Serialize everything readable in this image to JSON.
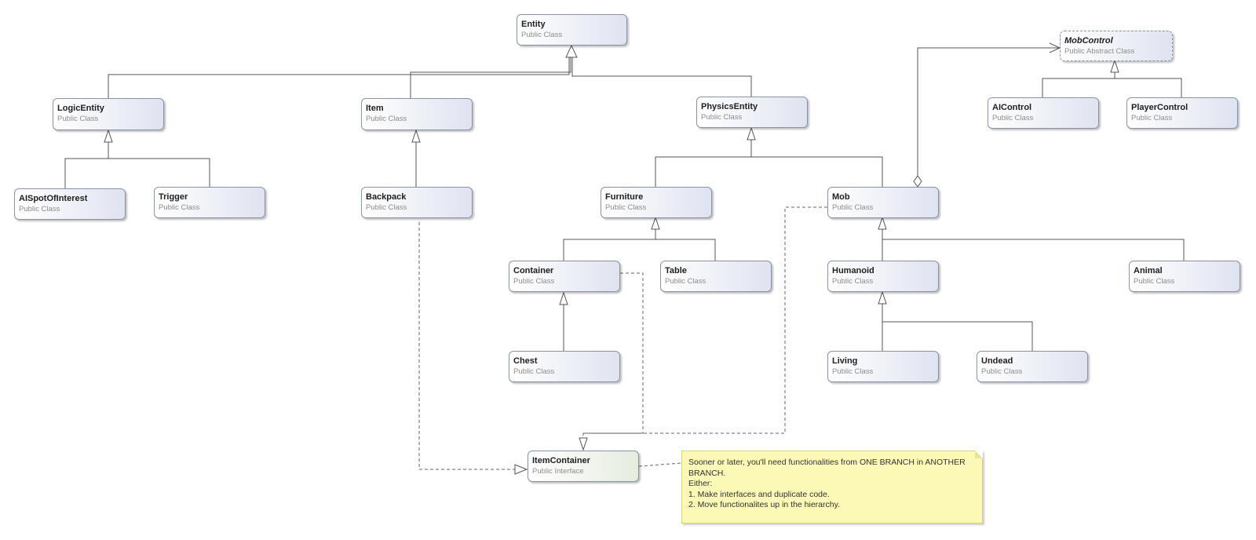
{
  "nodes": {
    "entity": {
      "name": "Entity",
      "stereotype": "Public Class"
    },
    "mobcontrol": {
      "name": "MobControl",
      "stereotype": "Public Abstract Class"
    },
    "logicentity": {
      "name": "LogicEntity",
      "stereotype": "Public Class"
    },
    "item": {
      "name": "Item",
      "stereotype": "Public Class"
    },
    "physicsentity": {
      "name": "PhysicsEntity",
      "stereotype": "Public Class"
    },
    "aicontrol": {
      "name": "AIControl",
      "stereotype": "Public Class"
    },
    "playercontrol": {
      "name": "PlayerControl",
      "stereotype": "Public Class"
    },
    "aispot": {
      "name": "AISpotOfInterest",
      "stereotype": "Public Class"
    },
    "trigger": {
      "name": "Trigger",
      "stereotype": "Public Class"
    },
    "backpack": {
      "name": "Backpack",
      "stereotype": "Public Class"
    },
    "furniture": {
      "name": "Furniture",
      "stereotype": "Public Class"
    },
    "mob": {
      "name": "Mob",
      "stereotype": "Public Class"
    },
    "container": {
      "name": "Container",
      "stereotype": "Public Class"
    },
    "table": {
      "name": "Table",
      "stereotype": "Public Class"
    },
    "humanoid": {
      "name": "Humanoid",
      "stereotype": "Public Class"
    },
    "animal": {
      "name": "Animal",
      "stereotype": "Public Class"
    },
    "chest": {
      "name": "Chest",
      "stereotype": "Public Class"
    },
    "living": {
      "name": "Living",
      "stereotype": "Public Class"
    },
    "undead": {
      "name": "Undead",
      "stereotype": "Public Class"
    },
    "itemcontainer": {
      "name": "ItemContainer",
      "stereotype": "Public Interface"
    }
  },
  "note": {
    "line1": "Sooner or later, you'll need functionalities from ONE BRANCH in ANOTHER",
    "line2": "BRANCH.",
    "line3": "Either:",
    "line4": "1. Make interfaces and duplicate code.",
    "line5": "2. Move functionalites up in the hierarchy."
  },
  "colors": {
    "line": "#555555",
    "node_border": "#8a92a6",
    "note_bg": "#fbf9b5"
  }
}
